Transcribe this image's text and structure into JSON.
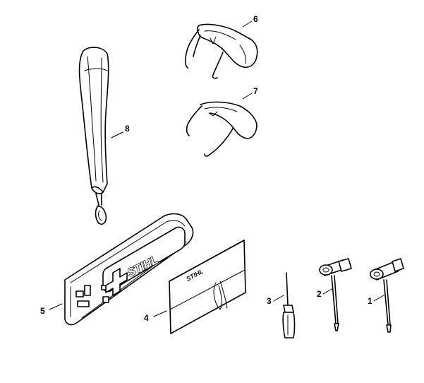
{
  "callouts": {
    "c1": "1",
    "c2": "2",
    "c3": "3",
    "c4": "4",
    "c5": "5",
    "c6": "6",
    "c7": "7",
    "c8": "8"
  },
  "logos": {
    "scabbard_logo": "STIHL",
    "pouch_logo": "STIHL"
  }
}
